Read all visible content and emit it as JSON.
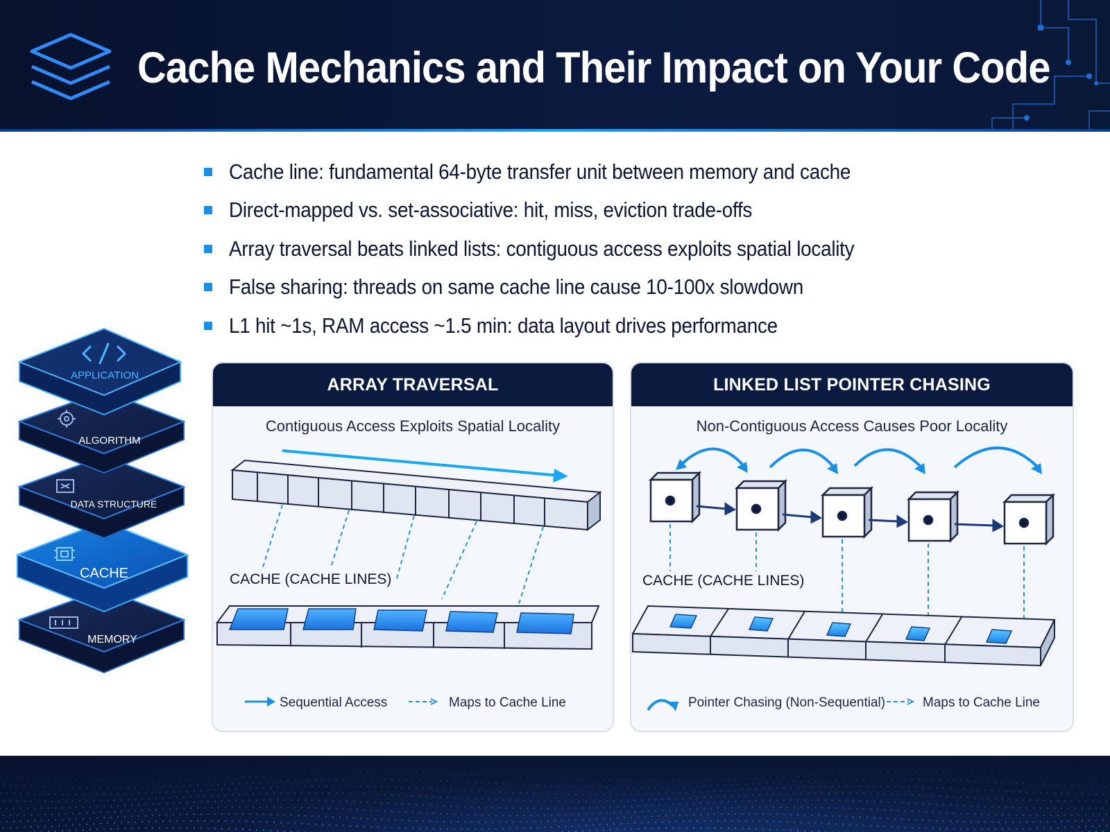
{
  "title": "Cache Mechanics and Their Impact on Your Code",
  "bullets": [
    "Cache line: fundamental 64-byte transfer unit between memory and cache",
    "Direct-mapped vs. set-associative: hit, miss, eviction trade-offs",
    "Array traversal beats linked lists: contiguous access exploits spatial locality",
    "False sharing: threads on same cache line cause 10-100x slowdown",
    "L1 hit ~1s, RAM access ~1.5 min: data layout drives performance"
  ],
  "stack": {
    "layers": [
      {
        "label": "APPLICATION",
        "icon": "code-icon"
      },
      {
        "label": "ALGORITHM",
        "icon": "gear-icon"
      },
      {
        "label": "DATA STRUCTURE",
        "icon": "chip-icon"
      },
      {
        "label": "CACHE",
        "icon": "processor-icon"
      },
      {
        "label": "MEMORY",
        "icon": "ram-icon"
      }
    ]
  },
  "array_panel": {
    "title": "ARRAY TRAVERSAL",
    "subtitle": "Contiguous Access Exploits Spatial Locality",
    "cache_label": "CACHE (CACHE LINES)",
    "legend_sequential": "Sequential Access",
    "legend_maps": "Maps to Cache Line"
  },
  "list_panel": {
    "title": "LINKED LIST POINTER CHASING",
    "subtitle": "Non-Contiguous Access Causes Poor Locality",
    "cache_label": "CACHE (CACHE LINES)",
    "legend_pointer": "Pointer Chasing (Non-Sequential)",
    "legend_maps": "Maps to Cache Line"
  },
  "colors": {
    "navy": "#0b1a3f",
    "accent": "#1da0ff",
    "bullet": "#1a8fe6"
  }
}
